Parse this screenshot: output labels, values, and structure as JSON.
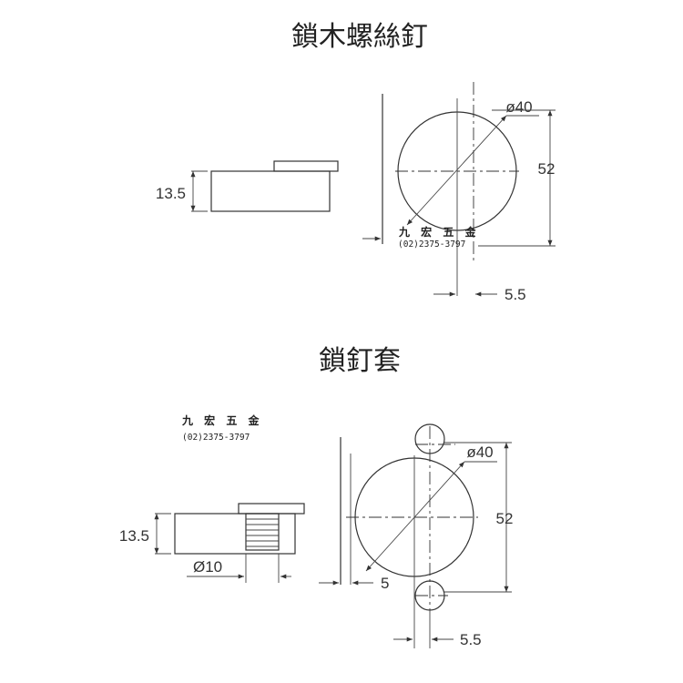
{
  "diagram": {
    "section1": {
      "title": "鎖木螺絲釘",
      "side_height": "13.5",
      "diameter": "ø40",
      "height": "52",
      "offset": "5.5",
      "brand": "九 宏 五 金",
      "phone": "(02)2375-3797"
    },
    "section2": {
      "title": "鎖釘套",
      "side_height": "13.5",
      "pin_diameter": "Ø10",
      "diameter": "ø40",
      "height": "52",
      "gap": "5",
      "offset": "5.5",
      "brand": "九 宏 五 金",
      "phone": "(02)2375-3797"
    }
  }
}
